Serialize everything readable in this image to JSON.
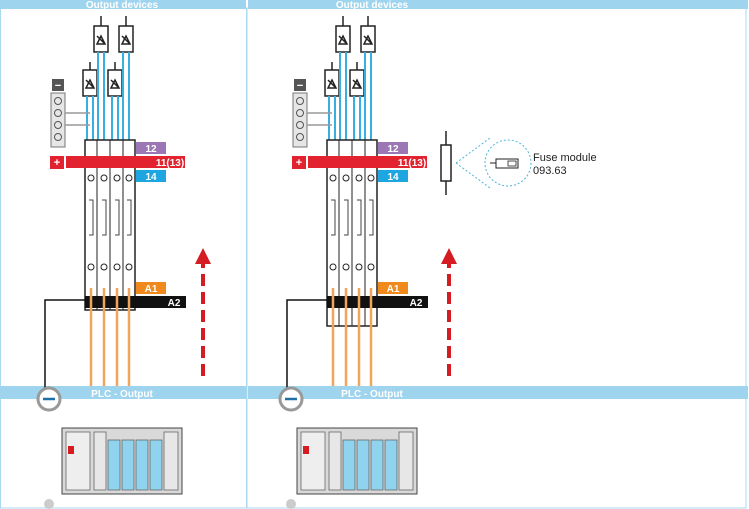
{
  "top_header": "Output devices",
  "bottom_header": "PLC - Output",
  "terminals": {
    "t12": "12",
    "t11": "11(13)",
    "t14": "14",
    "a1": "A1",
    "a2": "A2"
  },
  "plus_sign": "+",
  "minus_sign": "−",
  "fuse_module": {
    "line1": "Fuse module",
    "line2": "093.63"
  },
  "colors": {
    "header_bar": "#9fd4ee",
    "header_text": "#ffffff",
    "panel_border": "#a9d9ef",
    "wire_blue": "#39aee0",
    "wire_orange": "#f2a35c",
    "term_12": "#9b77b6",
    "term_11": "#e2232f",
    "term_14": "#1da6e0",
    "term_a1": "#f08a1c",
    "term_a2": "#111111",
    "arrow": "#d51c22"
  },
  "panels": [
    {
      "id": "left",
      "has_fuse": false
    },
    {
      "id": "right",
      "has_fuse": true
    }
  ]
}
